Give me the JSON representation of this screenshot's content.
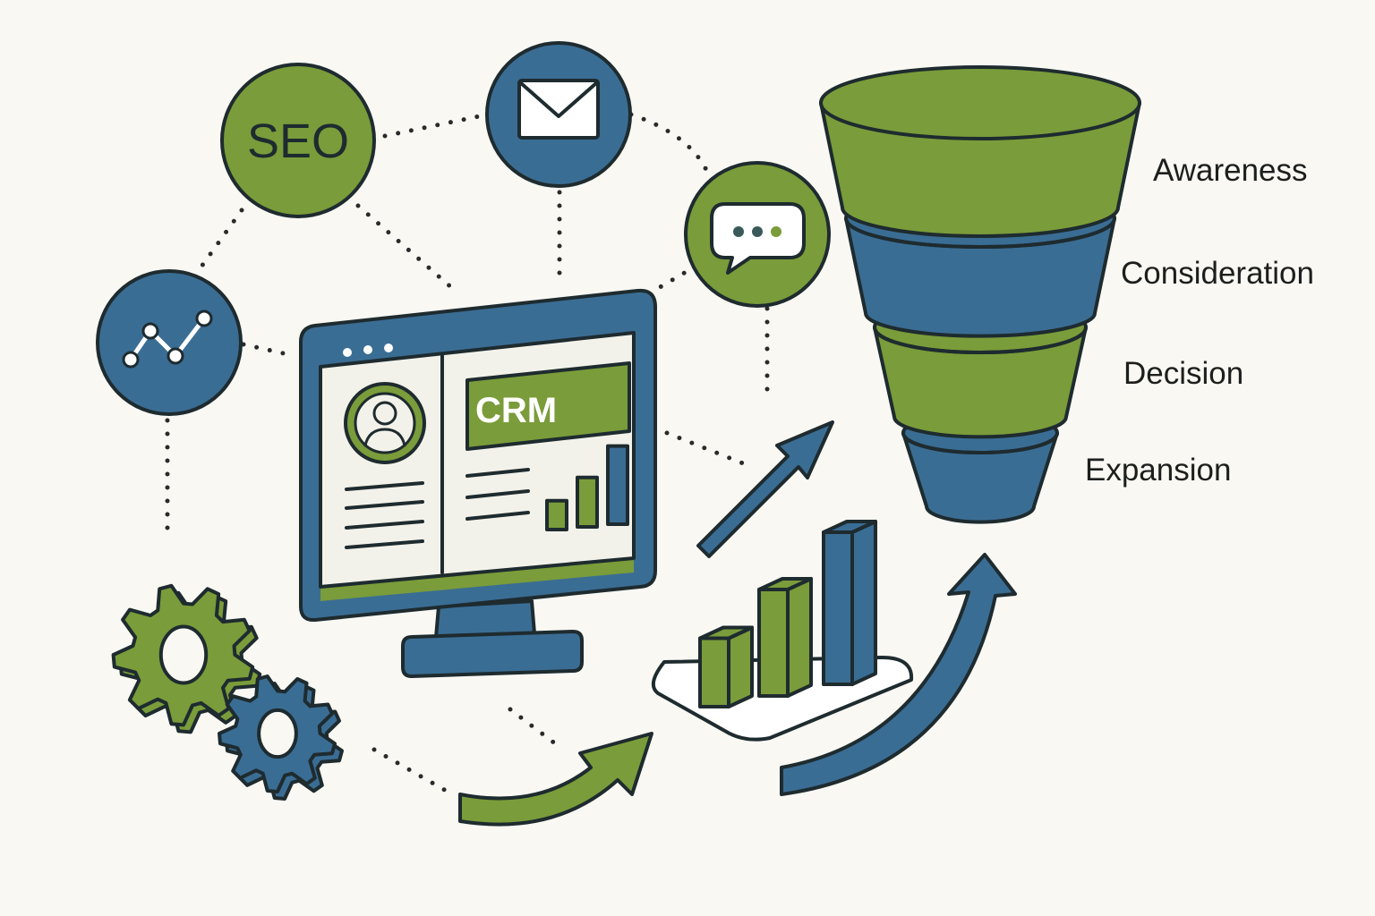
{
  "colors": {
    "green": "#7a9c3a",
    "blue": "#3a6d94",
    "outline": "#1e2b2f",
    "panel": "#f3f2ea",
    "background": "#f9f8f3"
  },
  "icons": {
    "seo": "seo-icon",
    "email": "envelope-icon",
    "chat": "chat-bubble-icon",
    "analytics": "line-graph-icon",
    "automation": "gears-icon",
    "crm": "monitor-icon",
    "profile": "user-avatar-icon",
    "growth": "arrow-up-right-icon",
    "results": "bar-chart-icon"
  },
  "nodes": {
    "seo_label": "SEO"
  },
  "crm_screen": {
    "title": "CRM",
    "mini_bar_levels": [
      0.35,
      0.6,
      0.95
    ]
  },
  "results_chart": {
    "bar_levels": [
      0.45,
      0.7,
      1.0
    ]
  },
  "funnel": {
    "stages": [
      {
        "label": "Awareness",
        "color": "#7a9c3a"
      },
      {
        "label": "Consideration",
        "color": "#3a6d94"
      },
      {
        "label": "Decision",
        "color": "#7a9c3a"
      },
      {
        "label": "Expansion",
        "color": "#3a6d94"
      }
    ]
  }
}
